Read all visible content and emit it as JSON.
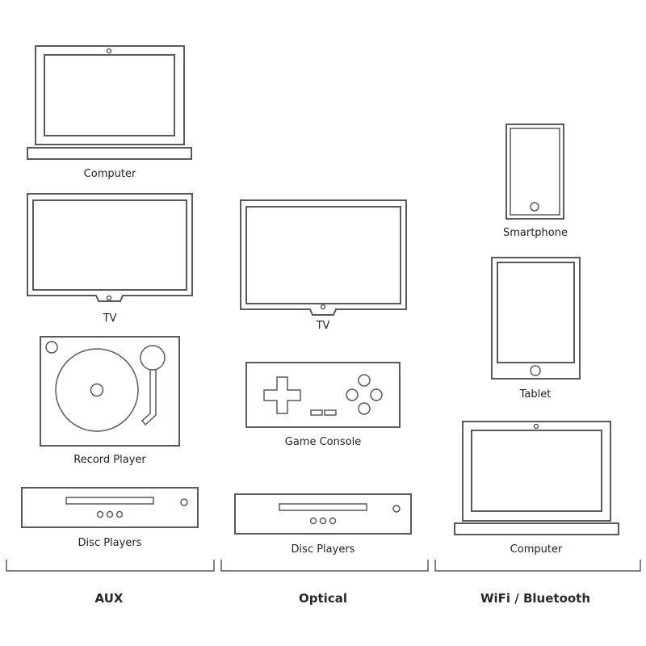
{
  "colors": {
    "stroke": "#5a5a5a",
    "text": "#222222",
    "background": "#ffffff"
  },
  "groups": [
    {
      "name": "AUX",
      "devices": [
        {
          "label": "Computer",
          "icon": "laptop-icon"
        },
        {
          "label": "TV",
          "icon": "tv-icon"
        },
        {
          "label": "Record Player",
          "icon": "turntable-icon"
        },
        {
          "label": "Disc Players",
          "icon": "disc-player-icon"
        }
      ]
    },
    {
      "name": "Optical",
      "devices": [
        {
          "label": "TV",
          "icon": "tv-icon"
        },
        {
          "label": "Game Console",
          "icon": "gamepad-icon"
        },
        {
          "label": "Disc Players",
          "icon": "disc-player-icon"
        }
      ]
    },
    {
      "name": "WiFi / Bluetooth",
      "devices": [
        {
          "label": "Smartphone",
          "icon": "smartphone-icon"
        },
        {
          "label": "Tablet",
          "icon": "tablet-icon"
        },
        {
          "label": "Computer",
          "icon": "laptop-icon"
        }
      ]
    }
  ]
}
